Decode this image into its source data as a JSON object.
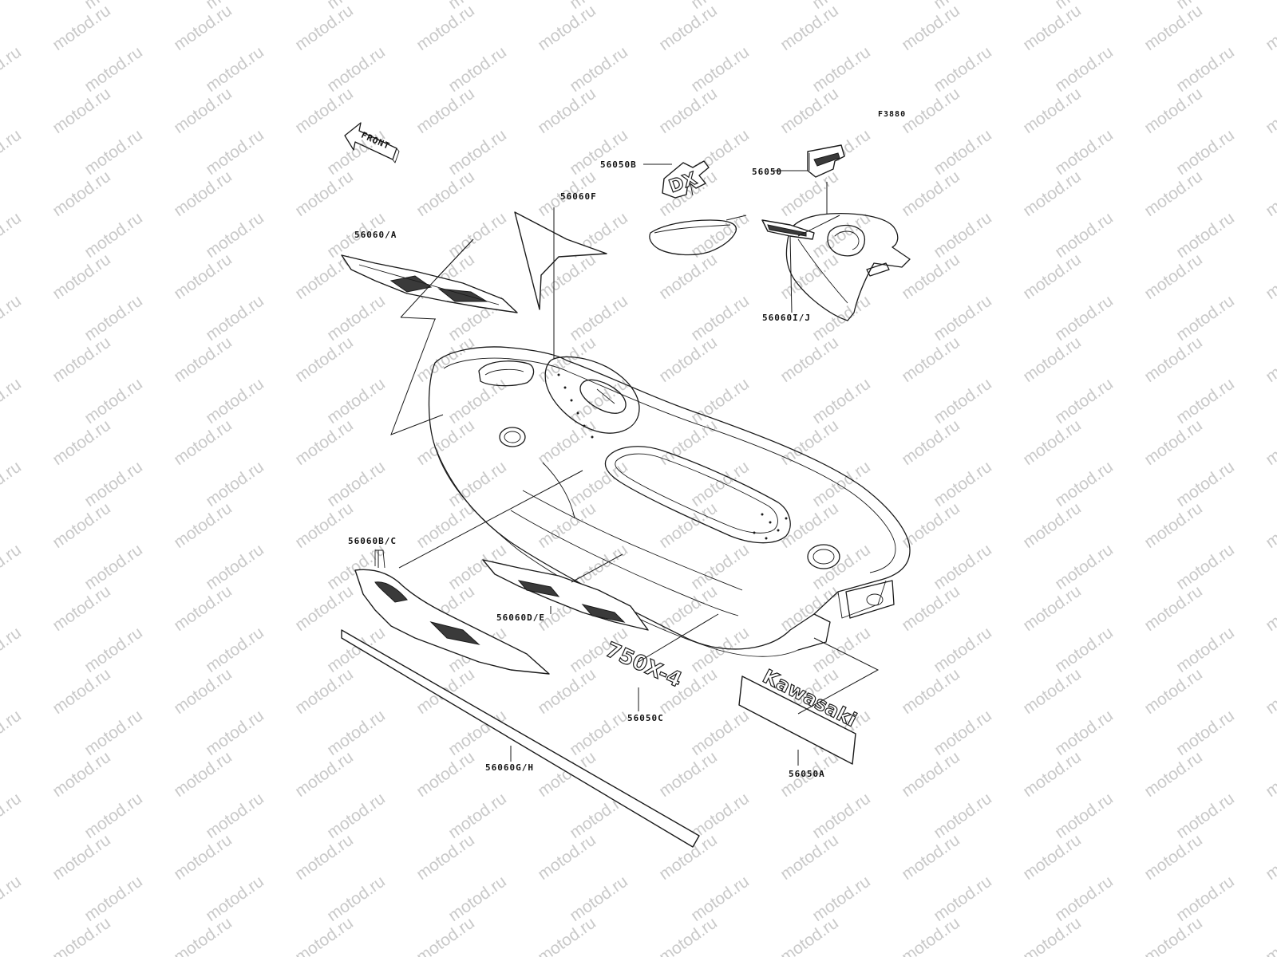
{
  "figure_id": "F3880",
  "watermark": "motod.ru",
  "front_arrow_label": "FRONT",
  "parts": [
    {
      "id": "56050B",
      "label": "56050B"
    },
    {
      "id": "56050",
      "label": "56050"
    },
    {
      "id": "56060F",
      "label": "56060F"
    },
    {
      "id": "56060A",
      "label": "56060/A"
    },
    {
      "id": "56060IJ",
      "label": "56060I/J"
    },
    {
      "id": "56060BC",
      "label": "56060B/C"
    },
    {
      "id": "56060DE",
      "label": "56060D/E"
    },
    {
      "id": "56050C",
      "label": "56050C"
    },
    {
      "id": "56060GH",
      "label": "56060G/H"
    },
    {
      "id": "56050A",
      "label": "56050A"
    }
  ],
  "decal_logos": {
    "dx": "DX",
    "model": "750X-4",
    "brand": "Kawasaki"
  }
}
